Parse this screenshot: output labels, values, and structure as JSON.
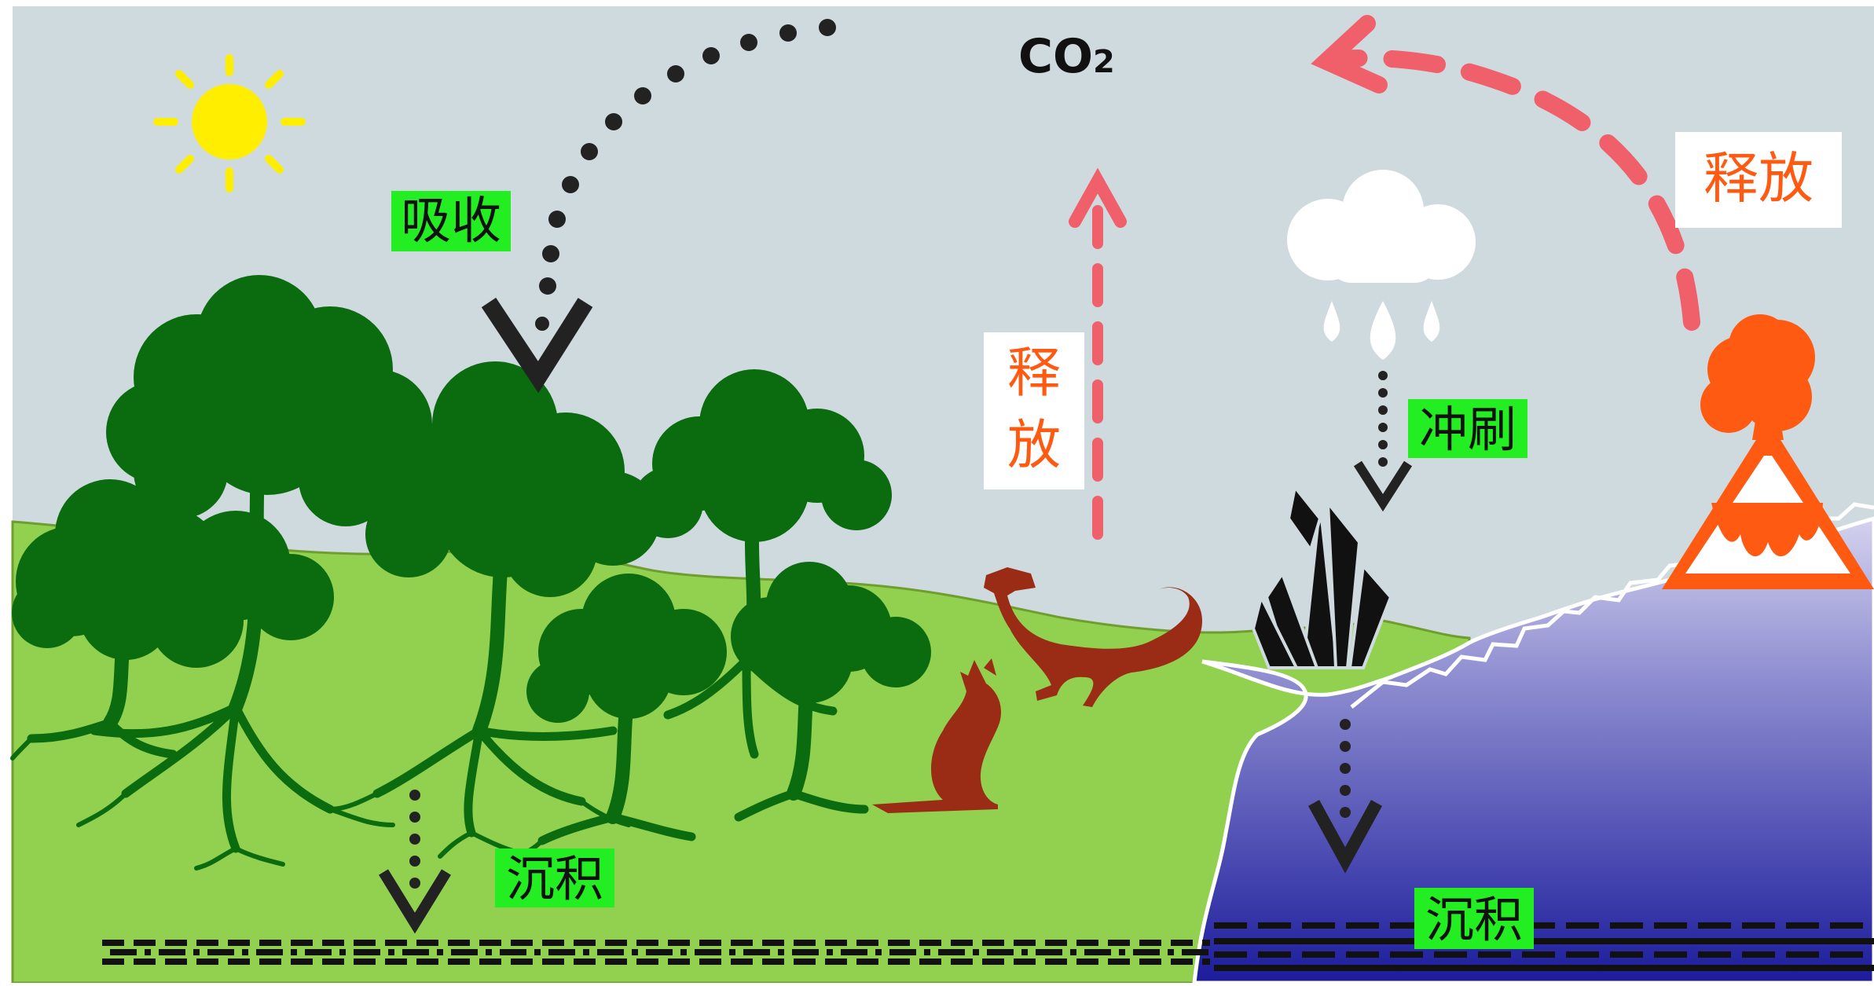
{
  "labels": {
    "co2_main": "CO",
    "co2_sub": "2",
    "absorb": "吸收",
    "release_top": "释放",
    "release_vertical_1": "释",
    "release_vertical_2": "放",
    "washout": "冲刷",
    "deposit_land": "沉积",
    "deposit_ocean": "沉积"
  },
  "colors": {
    "sky": "#cfdadf",
    "land": "#92d050",
    "land_edge": "#6f9e2e",
    "tree": "#0b6b0f",
    "ocean_top": "#c9c6e6",
    "ocean_bottom": "#1c1c9c",
    "sun": "#ffee00",
    "arrow_black": "#1a1a1a",
    "arrow_red": "#f0606a",
    "label_green": "#22ee22",
    "label_orange": "#ff5a12",
    "volcano": "#ff5a12",
    "animal": "#9a2c16",
    "crystal": "#111111",
    "cloud": "#ffffff"
  }
}
